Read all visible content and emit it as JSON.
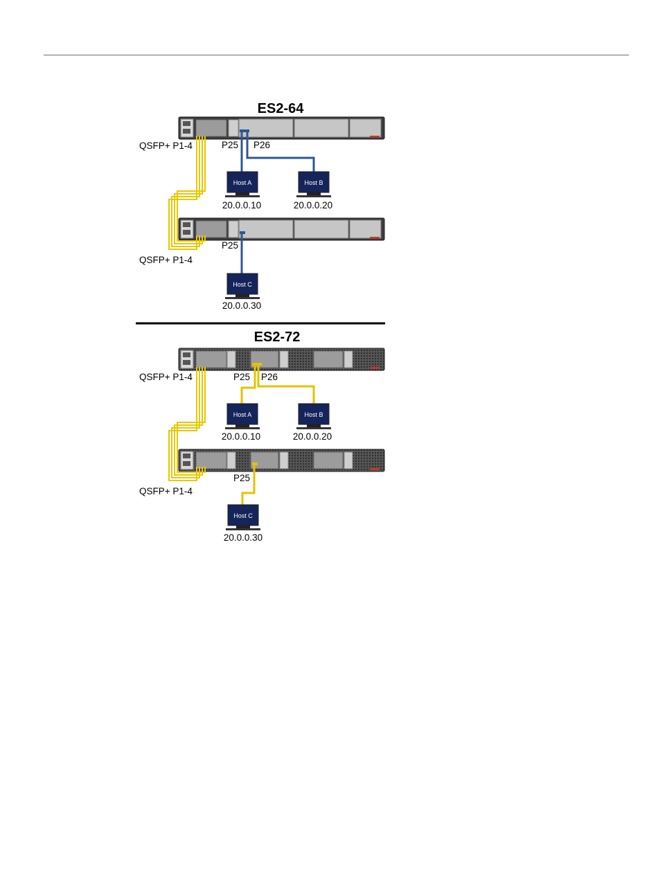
{
  "es2_64": {
    "title": "ES2-64",
    "labels": {
      "qsfp_top": "QSFP+ P1-4",
      "qsfp_bottom": "QSFP+ P1-4",
      "p25_top": "P25",
      "p26_top": "P26",
      "p25_bottom": "P25"
    },
    "hosts": [
      {
        "name": "Host A",
        "ip": "20.0.0.10"
      },
      {
        "name": "Host B",
        "ip": "20.0.0.20"
      },
      {
        "name": "Host C",
        "ip": "20.0.0.30"
      }
    ],
    "cable_color": "#2f5597"
  },
  "es2_72": {
    "title": "ES2-72",
    "labels": {
      "qsfp_top": "QSFP+ P1-4",
      "qsfp_bottom": "QSFP+ P1-4",
      "p25_top": "P25",
      "p26_top": "P26",
      "p25_bottom": "P25"
    },
    "hosts": [
      {
        "name": "Host A",
        "ip": "20.0.0.10"
      },
      {
        "name": "Host B",
        "ip": "20.0.0.20"
      },
      {
        "name": "Host C",
        "ip": "20.0.0.30"
      }
    ],
    "cable_color": "#e6c200"
  },
  "colors": {
    "chassis": "#3a3a3a",
    "port_bay": "#bdbdbd",
    "qsfp_cable": "#e8c800",
    "host_screen": "#15245a"
  }
}
